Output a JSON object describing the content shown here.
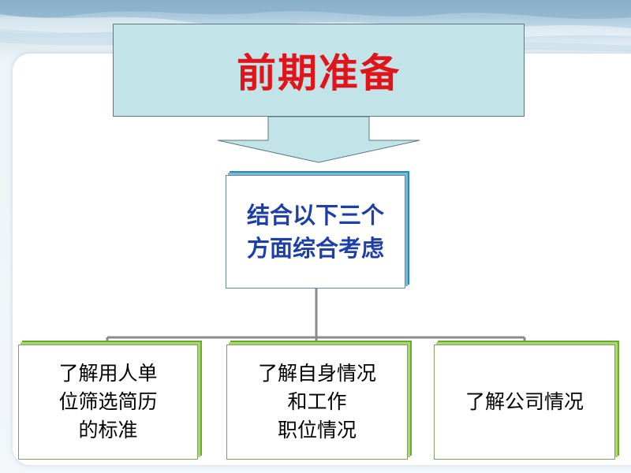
{
  "title": "前期准备",
  "center": {
    "text": "结合以下三个\n方面综合考虑"
  },
  "factors": [
    {
      "text": "了解用人单\n位筛选简历\n的标准"
    },
    {
      "text": "了解自身情况\n和工作\n职位情况"
    },
    {
      "text": "了解公司情况"
    }
  ],
  "colors": {
    "title_text": "#e0141b",
    "title_box_fill": "#c2e3e7",
    "center_text": "#1c3fa8",
    "center_accent": "#2a86bb",
    "leaf_accent": "#6aaa2e",
    "connector": "#8c8c8c"
  }
}
